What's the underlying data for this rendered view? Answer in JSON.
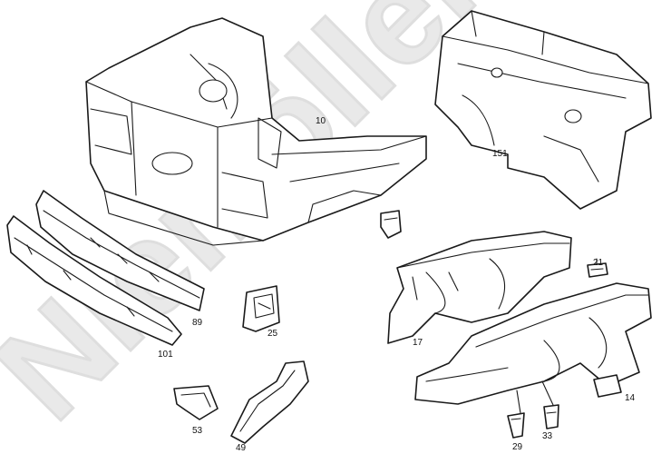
{
  "watermark": {
    "text": "Niemöller"
  },
  "callouts": {
    "p10": "10",
    "p151": "151",
    "p21": "21",
    "p89": "89",
    "p101": "101",
    "p25": "25",
    "p17": "17",
    "p14": "14",
    "p53": "53",
    "p49": "49",
    "p29": "29",
    "p33": "33"
  },
  "colors": {
    "line": "#1a1a1a",
    "watermark": "#e9e9e9",
    "background": "#ffffff"
  }
}
